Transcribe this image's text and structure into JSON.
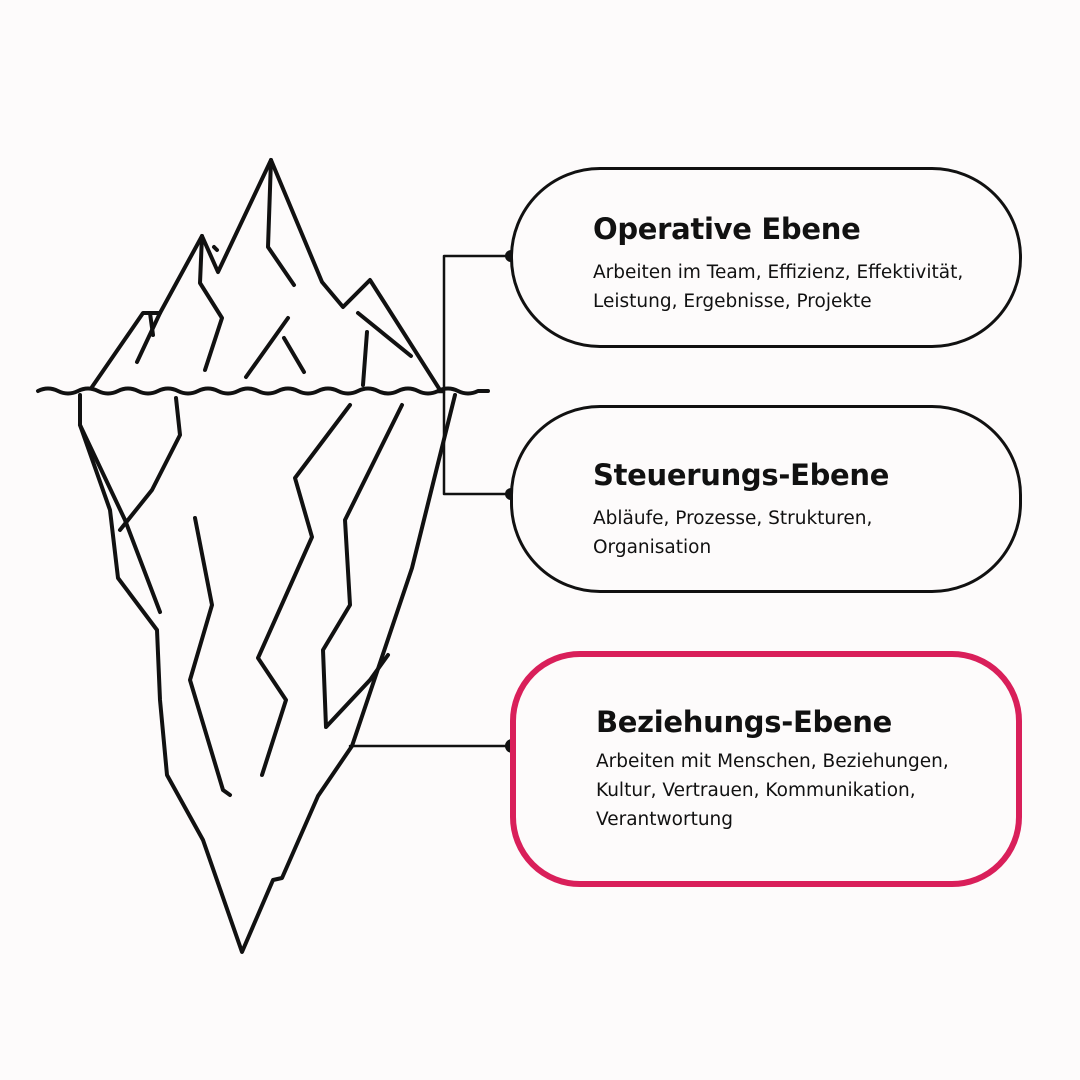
{
  "colors": {
    "background": "#fdfbfb",
    "ink": "#111111",
    "highlight": "#d91f5a"
  },
  "levels": [
    {
      "title": "Operative Ebene",
      "lines": [
        "Arbeiten im Team, Effizienz, Effektivität,",
        "Leistung, Ergebnisse, Projekte"
      ],
      "highlighted": false
    },
    {
      "title": "Steuerungs-Ebene",
      "lines": [
        "Abläufe, Prozesse, Strukturen,",
        "Organisation"
      ],
      "highlighted": false
    },
    {
      "title": "Beziehungs-Ebene",
      "lines": [
        "Arbeiten mit Menschen, Beziehungen,",
        "Kultur, Vertrauen, Kommunikation,",
        "Verantwortung"
      ],
      "highlighted": true
    }
  ]
}
